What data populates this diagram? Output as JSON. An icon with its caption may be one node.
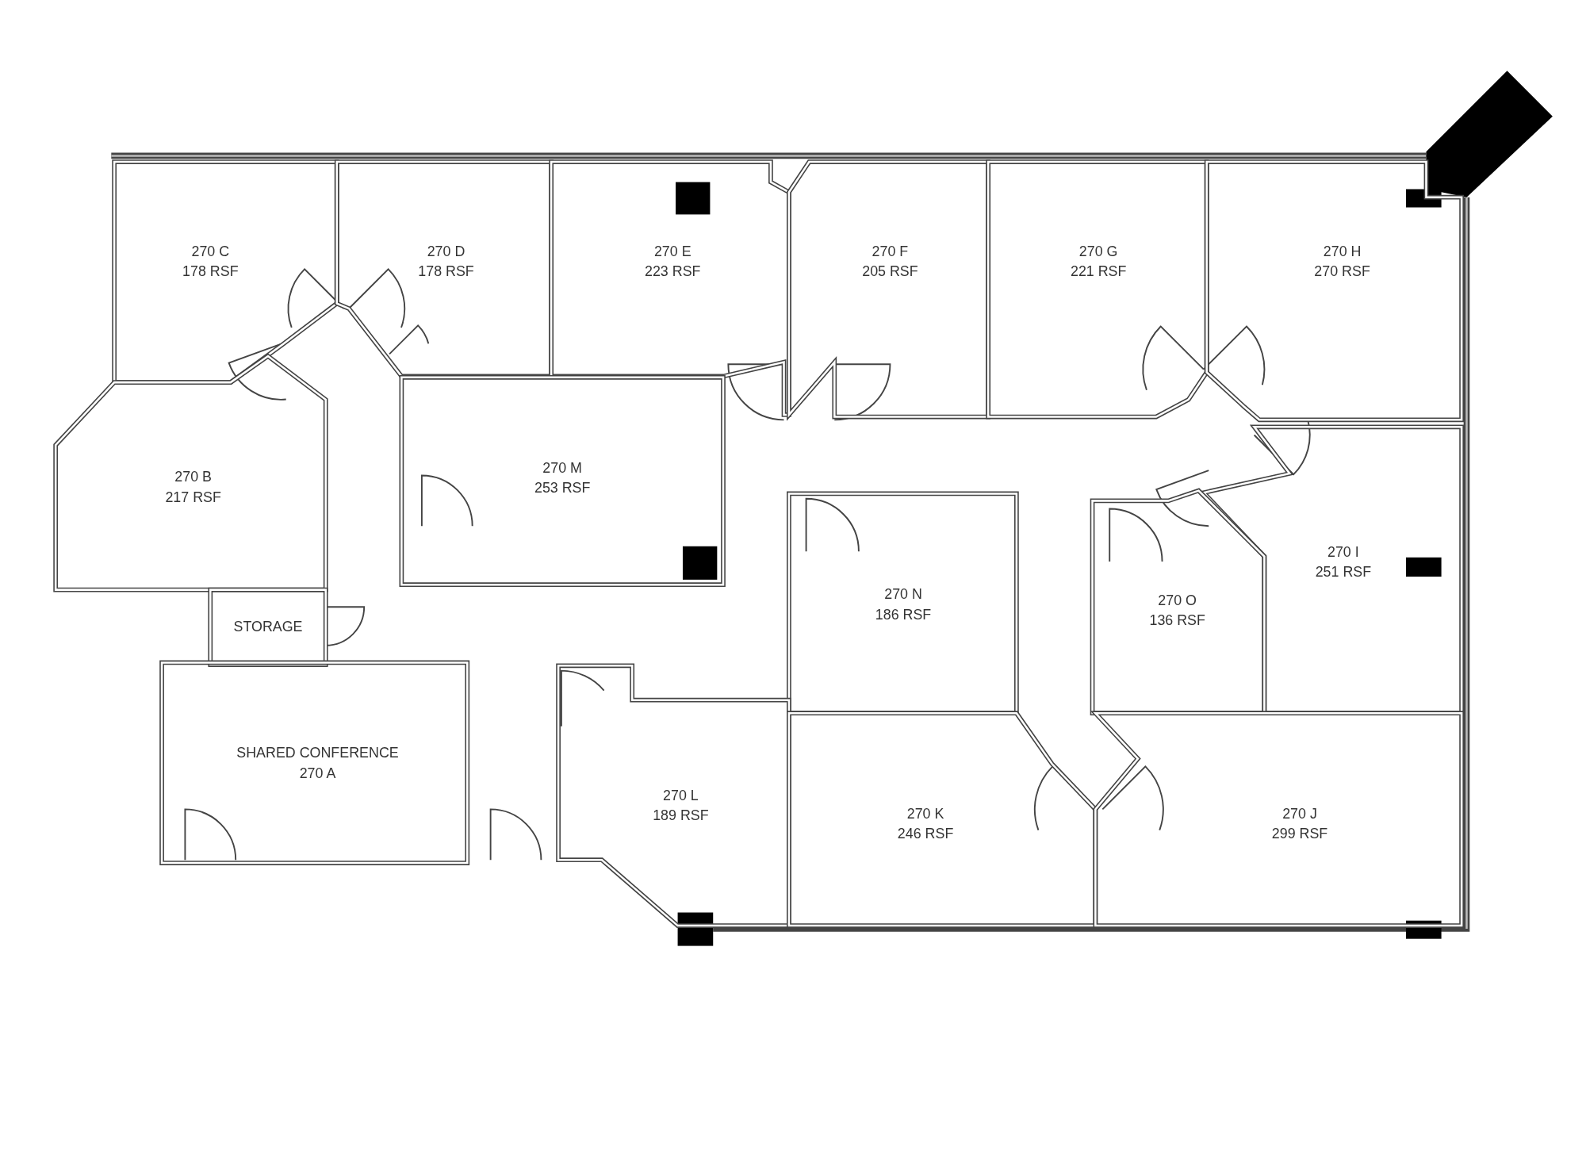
{
  "diagram": {
    "nodes": [
      {
        "text": [
          "270 C",
          "178 RSF"
        ]
      },
      {
        "text": [
          "270 D",
          "178 RSF"
        ]
      },
      {
        "text": [
          "270 E",
          "223 RSF"
        ]
      },
      {
        "text": [
          "270 F",
          "205 RSF"
        ]
      },
      {
        "text": [
          "270 G",
          "221 RSF"
        ]
      },
      {
        "text": [
          "270 H",
          "270 RSF"
        ]
      },
      {
        "text": [
          "270 B",
          "217 RSF"
        ]
      },
      {
        "text": [
          "270 M",
          "253 RSF"
        ]
      },
      {
        "text": [
          "270 I",
          "251 RSF"
        ]
      },
      {
        "text": [
          "270 N",
          "186 RSF"
        ]
      },
      {
        "text": [
          "270 O",
          "136 RSF"
        ]
      },
      {
        "text": [
          "STORAGE"
        ]
      },
      {
        "text": [
          "SHARED CONFERENCE",
          "270 A"
        ]
      },
      {
        "text": [
          "270 L",
          "189 RSF"
        ]
      },
      {
        "text": [
          "270 K",
          "246 RSF"
        ]
      },
      {
        "text": [
          "270 J",
          "299 RSF"
        ]
      }
    ]
  }
}
